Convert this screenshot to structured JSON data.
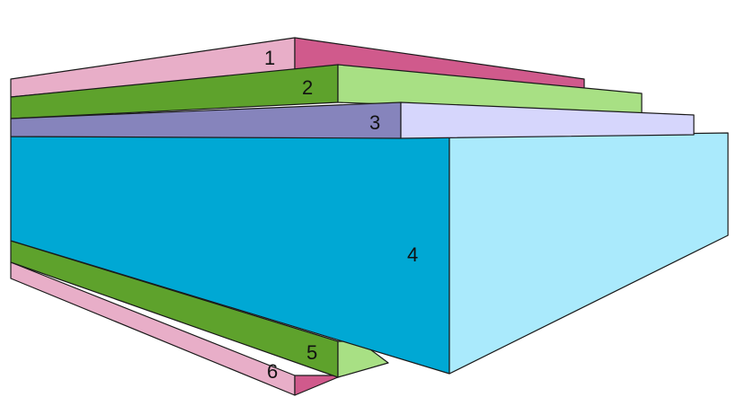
{
  "layers": [
    {
      "id": "1",
      "label": "1",
      "front_color": "#e8aec8",
      "side_color": "#d05a8c"
    },
    {
      "id": "2",
      "label": "2",
      "front_color": "#5ea22c",
      "side_color": "#a8e084"
    },
    {
      "id": "3",
      "label": "3",
      "front_color": "#8684bc",
      "side_color": "#d6d6fc"
    },
    {
      "id": "4",
      "label": "4",
      "front_color": "#00a8d4",
      "side_color": "#aaeafc"
    },
    {
      "id": "5",
      "label": "5",
      "front_color": "#5ea22c",
      "side_color": "#a8e084"
    },
    {
      "id": "6",
      "label": "6",
      "front_color": "#e8aec8",
      "side_color": "#d05a8c"
    }
  ]
}
